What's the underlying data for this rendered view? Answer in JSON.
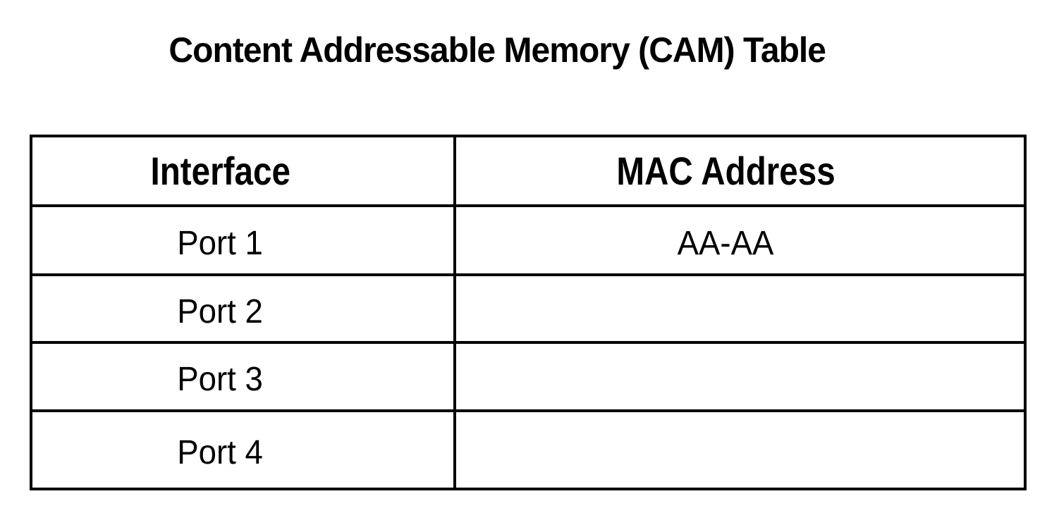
{
  "title": "Content Addressable Memory (CAM) Table",
  "colors": {
    "background": "#ffffff",
    "border": "#000000",
    "text": "#000000"
  },
  "chart_data": {
    "type": "table",
    "title": "Content Addressable Memory (CAM) Table",
    "columns": [
      "Interface",
      "MAC Address"
    ],
    "rows": [
      [
        "Port 1",
        "AA-AA"
      ],
      [
        "Port 2",
        ""
      ],
      [
        "Port 3",
        ""
      ],
      [
        "Port 4",
        ""
      ]
    ]
  }
}
